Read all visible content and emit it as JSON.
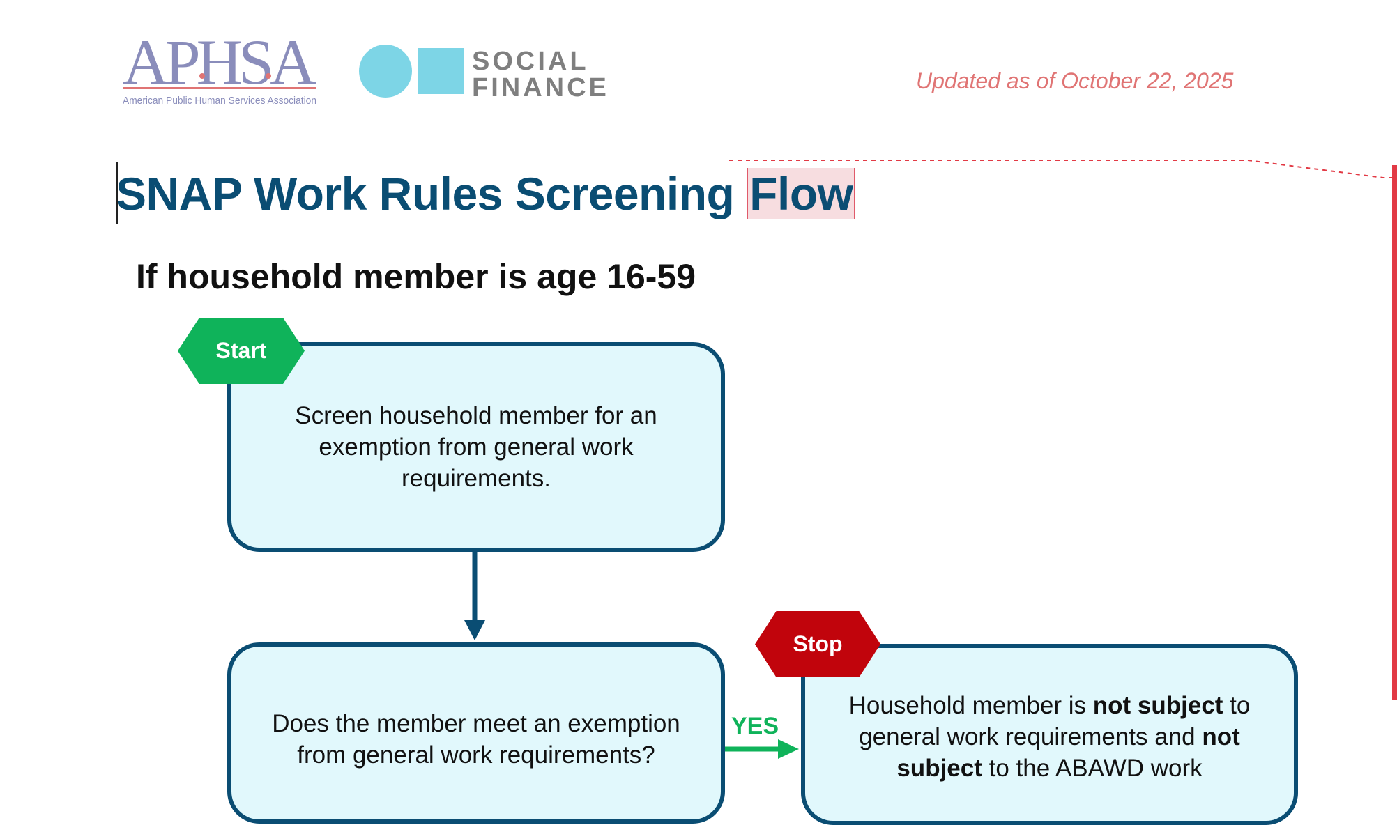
{
  "header": {
    "aphsa_logo_text": "APHSA",
    "aphsa_logo_subtext": "American Public Human Services Association",
    "social_finance_line1": "SOCIAL",
    "social_finance_line2": "FINANCE",
    "updated_text": "Updated as of October 22, 2025"
  },
  "document": {
    "title_main": "SNAP Work Rules Screening ",
    "title_highlight": "Flow",
    "subtitle": "If household member is age 16-59"
  },
  "flowchart": {
    "start_label": "Start",
    "stop_label": "Stop",
    "yes_label": "YES",
    "box1_text": "Screen household member for an exemption from general work requirements.",
    "box2_text": "Does the member meet an exemption from general work requirements?",
    "box3": {
      "part1": "Household member is ",
      "bold1": "not subject",
      "part2": " to general work requirements and ",
      "bold2": "not subject",
      "part3": " to the ABAWD work"
    }
  },
  "colors": {
    "title_blue": "#0a4d73",
    "box_fill": "#e1f8fc",
    "start_green": "#0fb35a",
    "stop_red": "#c1040c",
    "updated_pink": "#e07474",
    "aphsa_purple": "#8a8dbb",
    "sf_cyan": "#7dd5e6",
    "sf_gray": "#7f7f7f"
  }
}
